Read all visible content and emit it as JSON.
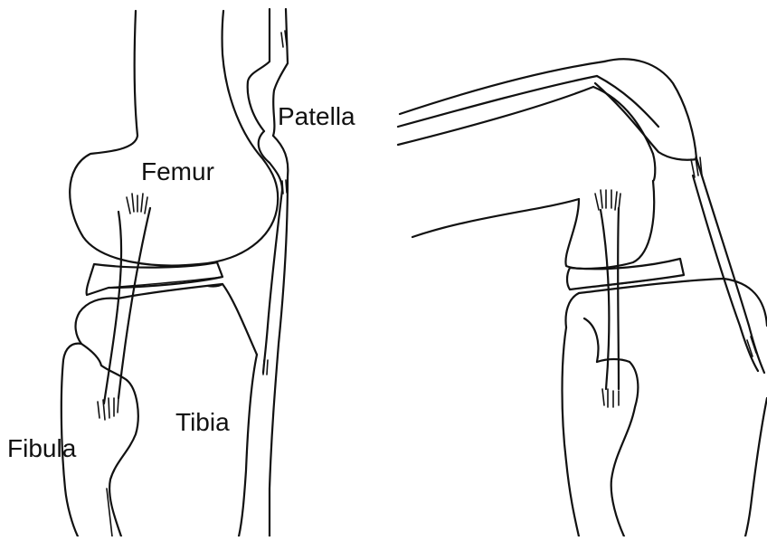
{
  "labels": {
    "femur": "Femur",
    "patella": "Patella",
    "tibia": "Tibia",
    "fibula": "Fibula"
  },
  "colors": {
    "ink": "#111111",
    "background": "#ffffff"
  }
}
